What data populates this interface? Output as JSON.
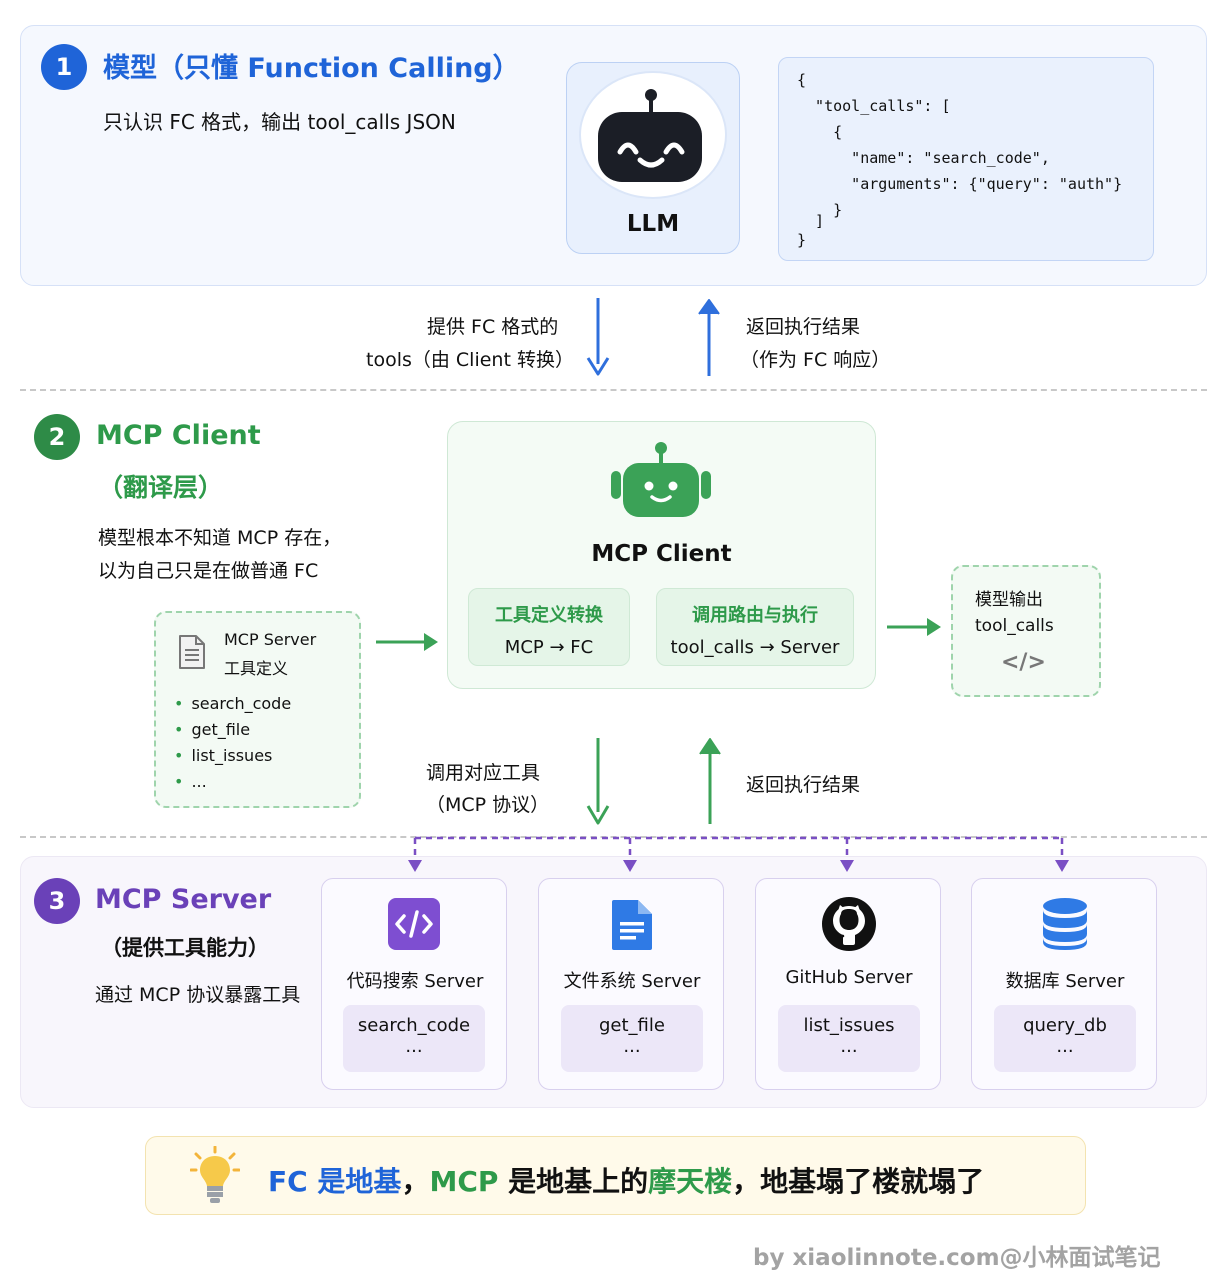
{
  "section1": {
    "number": "1",
    "title": "模型（只懂 Function Calling）",
    "subtitle": "只认识 FC 格式，输出 tool_calls JSON",
    "llm_label": "LLM",
    "code_lines": [
      "{",
      "  \"tool_calls\": [",
      "    {",
      "      \"name\": \"search_code\",",
      "      \"arguments\": {\"query\": \"auth\"}",
      "    }",
      "  ]",
      "}"
    ]
  },
  "arrows_top": {
    "down_label_1": "提供 FC 格式的",
    "down_label_2": "tools（由 Client 转换）",
    "up_label_1": "返回执行结果",
    "up_label_2": "（作为 FC 响应）"
  },
  "section2": {
    "number": "2",
    "title": "MCP Client",
    "subtitle_title": "（翻译层）",
    "desc_1": "模型根本不知道 MCP 存在，",
    "desc_2": "以为自己只是在做普通 FC",
    "def_title_1": "MCP Server",
    "def_title_2": "工具定义",
    "def_items": [
      "search_code",
      "get_file",
      "list_issues",
      "..."
    ],
    "client_title": "MCP Client",
    "card1_title": "工具定义转换",
    "card1_text": "MCP → FC",
    "card2_title": "调用路由与执行",
    "card2_text": "tool_calls → Server",
    "out_title": "模型输出",
    "out_text": "tool_calls",
    "out_icon": "</>"
  },
  "arrows_mid": {
    "down_label_1": "调用对应工具",
    "down_label_2": "（MCP 协议）",
    "up_label": "返回执行结果"
  },
  "section3": {
    "number": "3",
    "title": "MCP Server",
    "subtitle_title": "（提供工具能力）",
    "desc": "通过 MCP 协议暴露工具",
    "servers": [
      {
        "name": "代码搜索 Server",
        "tool": "search_code",
        "more": "...",
        "icon": "code-icon"
      },
      {
        "name": "文件系统 Server",
        "tool": "get_file",
        "more": "...",
        "icon": "file-icon"
      },
      {
        "name": "GitHub Server",
        "tool": "list_issues",
        "more": "...",
        "icon": "github-icon"
      },
      {
        "name": "数据库 Server",
        "tool": "query_db",
        "more": "...",
        "icon": "database-icon"
      }
    ]
  },
  "banner": {
    "part1": "FC 是地基",
    "part2": "，",
    "part3": "MCP",
    "part4": " 是地基上的",
    "part5": "摩天楼",
    "part6": "，地基塌了楼就塌了"
  },
  "credit": "by xiaolinnote.com@小林面试笔记",
  "colors": {
    "blue": "#1f64d8",
    "green": "#2e9a4a",
    "purple": "#6a41b8"
  }
}
